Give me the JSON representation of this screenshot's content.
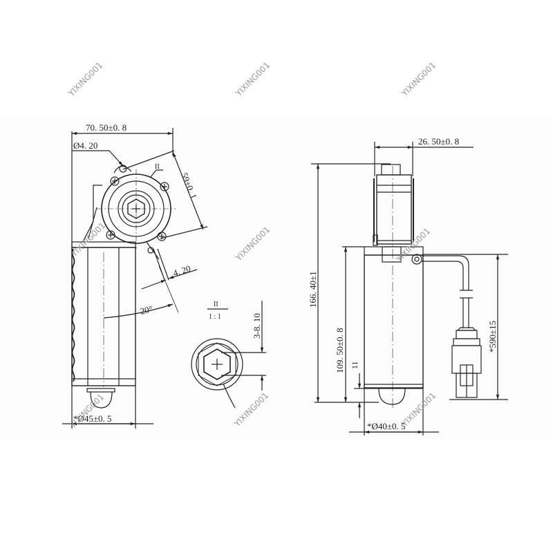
{
  "watermarks": [
    "YIXING001",
    "YIXING001",
    "YIXING001",
    "YIXING001",
    "YIXING001",
    "YIXING001",
    "YIXING001"
  ],
  "front_view": {
    "width_label": "70. 50±0. 8",
    "hole_label": "Ø4. 20",
    "mount_label": "59±0. 1",
    "section_mark": "II",
    "terminal_label": "4. 20",
    "angle_label": "20°",
    "diameter_label": "*Ø45±0. 5"
  },
  "detail_view": {
    "section_mark": "II",
    "scale": "1 : 1",
    "hex_label": "3-8. 10"
  },
  "side_view": {
    "width_label": "26. 50±0. 8",
    "height_total_label": "166. 40±1",
    "height_body_label": "109. 50±0. 8",
    "small_label": "11",
    "cable_label": "*590±15",
    "diameter_label": "*Ø40±0. 5"
  },
  "colors": {
    "line": "#222222",
    "watermark": "#9a9a9a",
    "background": "#ffffff"
  }
}
